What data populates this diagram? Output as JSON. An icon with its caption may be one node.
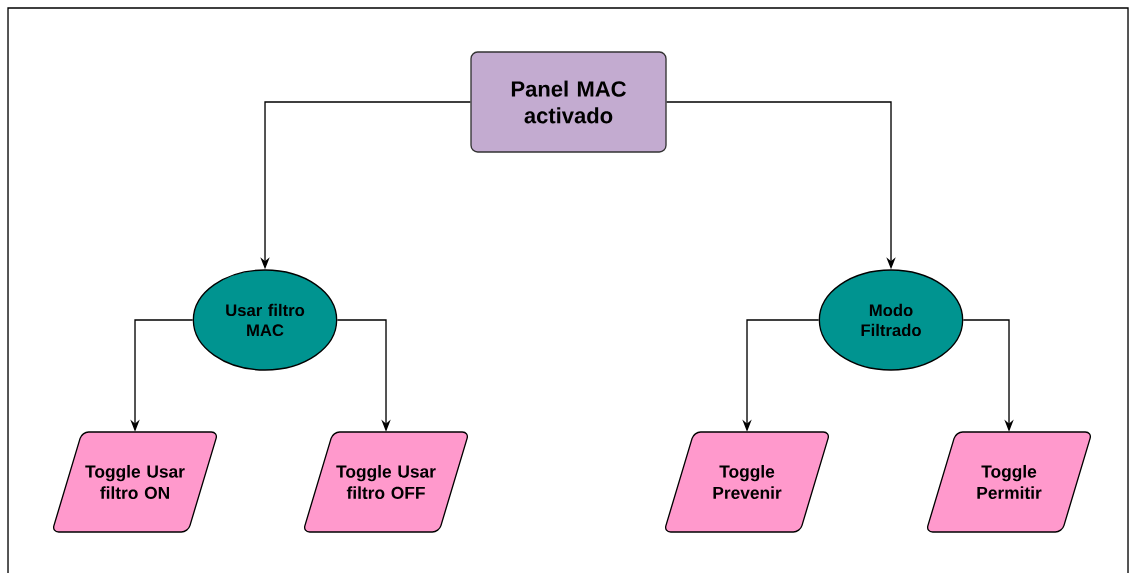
{
  "diagram": {
    "nodes": [
      {
        "text": [
          "Panel MAC activado"
        ]
      },
      {
        "text": [
          "Usar filtro MAC"
        ]
      },
      {
        "text": [
          "Modo Filtrado"
        ]
      },
      {
        "text": [
          "Toggle Usar filtro ON"
        ]
      },
      {
        "text": [
          "Toggle Usar filtro OFF"
        ]
      },
      {
        "text": [
          "Toggle Prevenir"
        ]
      },
      {
        "text": [
          "Toggle Permitir"
        ]
      }
    ],
    "edges": [
      {
        "from": 0,
        "to": 1,
        "arrow": "to"
      },
      {
        "from": 0,
        "to": 2,
        "arrow": "to"
      },
      {
        "from": 1,
        "to": 3,
        "arrow": "to"
      },
      {
        "from": 1,
        "to": 4,
        "arrow": "to"
      },
      {
        "from": 2,
        "to": 5,
        "arrow": "to"
      },
      {
        "from": 2,
        "to": 6,
        "arrow": "to"
      }
    ]
  }
}
